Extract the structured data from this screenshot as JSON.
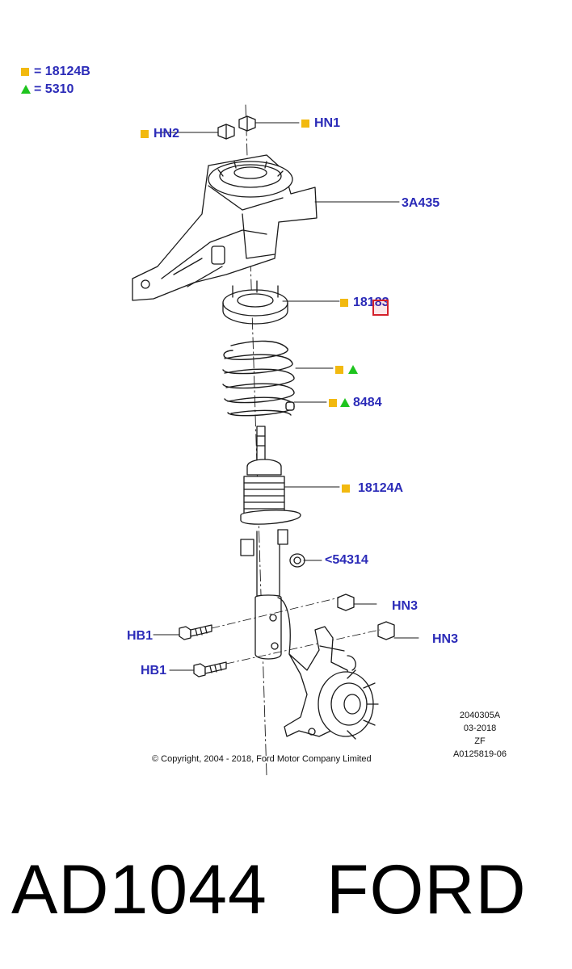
{
  "colors": {
    "label_blue": "#2b2bb8",
    "square_yellow": "#f2b90f",
    "triangle_green": "#1ec41e",
    "highlight_red": "#d4202a"
  },
  "legend": [
    {
      "icon": "square",
      "text": "= 18124B"
    },
    {
      "icon": "triangle",
      "text": "= 5310"
    }
  ],
  "callouts": {
    "hn1": "HN1",
    "hn2": "HN2",
    "mount_3a435": "3A435",
    "p18183": "18183",
    "spring_icons": "",
    "p8484": "8484",
    "p18124a": "18124A",
    "p54314": "<54314",
    "hn3_upper": "HN3",
    "hn3_lower": "HN3",
    "hb1_upper": "HB1",
    "hb1_lower": "HB1"
  },
  "meta": {
    "line1": "2040305A",
    "line2": "03-2018",
    "line3": "ZF",
    "line4": "A0125819-06"
  },
  "copyright": "© Copyright, 2004 - 2018, Ford Motor Company Limited",
  "caption": {
    "part_number": "AD1044",
    "brand": "FORD"
  }
}
